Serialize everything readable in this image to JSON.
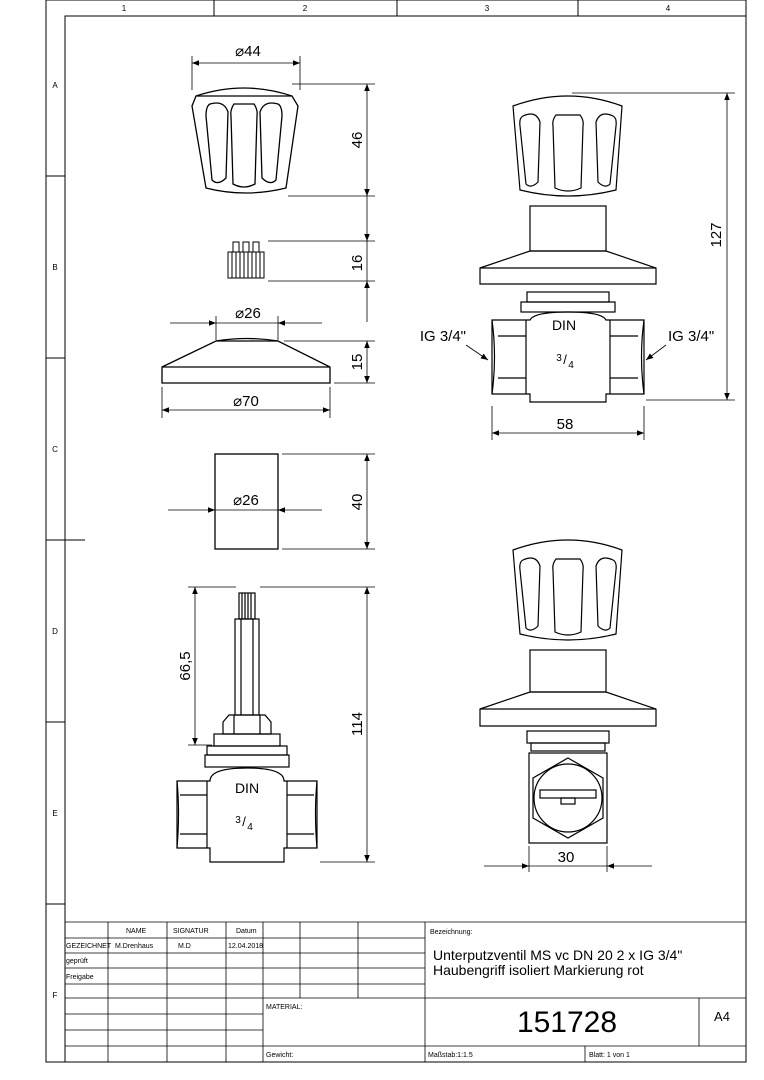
{
  "frame": {
    "columns": [
      "1",
      "2",
      "3",
      "4"
    ],
    "rows": [
      "A",
      "B",
      "C",
      "D",
      "E",
      "F"
    ]
  },
  "dimensions": {
    "knob_dia": "44",
    "knob_height": "46",
    "insert_height": "16",
    "rosette_inner_dia": "26",
    "rosette_height": "15",
    "rosette_outer_dia": "70",
    "sleeve_dia": "26",
    "sleeve_height": "40",
    "spindle_length": "66,5",
    "spindle_total": "114",
    "assembly_height": "127",
    "body_width": "58",
    "hex_width": "30",
    "thread_left": "IG 3/4\"",
    "thread_right": "IG 3/4\""
  },
  "body_marks": {
    "din": "DIN",
    "size_num": "3",
    "size_den": "4"
  },
  "title_block": {
    "col_name": "NAME",
    "col_signature": "SIGNATUR",
    "col_date": "Datum",
    "row_drawn": "GEZEICHNET",
    "row_checked": "geprüft",
    "row_release": "Freigabe",
    "drawn_name": "M.Drenhaus",
    "drawn_signature": "M.D",
    "drawn_date": "12.04.2018",
    "designation_label": "Bezeichnung:",
    "designation_line1": "Unterputzventil MS vc DN 20 2 x IG 3/4\"",
    "designation_line2": "Haubengriff isoliert Markierung rot",
    "material_label": "MATERIAL:",
    "drawing_number": "151728",
    "sheet_size": "A4",
    "weight_label": "Gewicht:",
    "scale": "Maßstab:1:1.5",
    "sheet": "Blatt: 1 von 1"
  }
}
